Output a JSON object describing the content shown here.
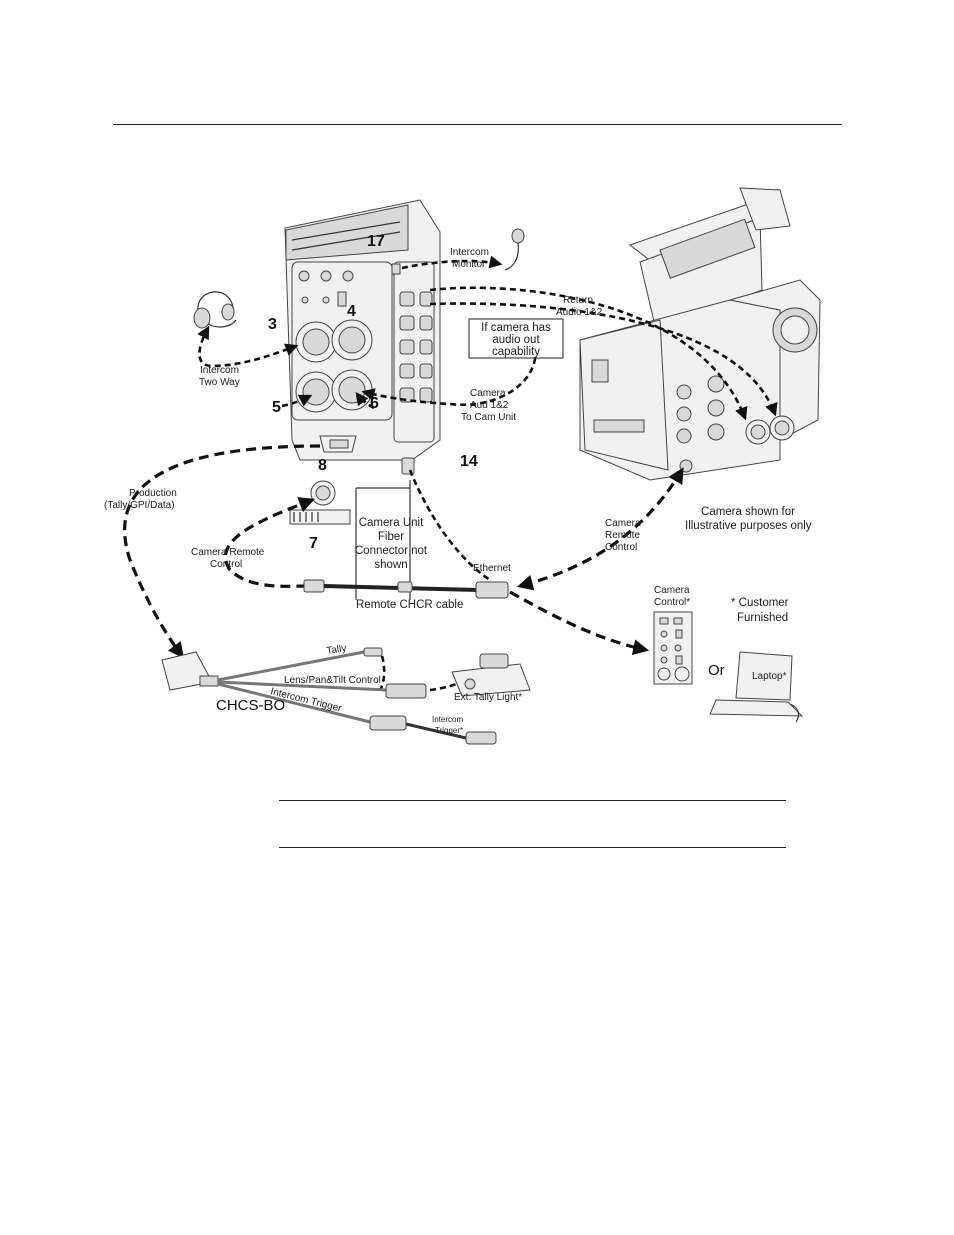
{
  "labels": {
    "n17": "17",
    "n3": "3",
    "n4": "4",
    "n5": "5",
    "n6": "6",
    "n8": "8",
    "n7": "7",
    "n14": "14",
    "intercom_monitor_1": "Intercom",
    "intercom_monitor_2": "Monitor",
    "return_audio_1": "Return",
    "return_audio_2": "Audio 1&2",
    "audio_out_1": "If camera has",
    "audio_out_2": "audio out",
    "audio_out_3": "capability",
    "intercom_two_way_1": "Intercom",
    "intercom_two_way_2": "Two Way",
    "camera_aud_1": "Camera",
    "camera_aud_2": "Aud 1&2",
    "camera_aud_3": "To Cam Unit",
    "production_1": "Production",
    "production_2": "(Tally/GPI/Data)",
    "camera_remote_control_left_1": "Camera Remote",
    "camera_remote_control_left_2": "Control",
    "fiber_1": "Camera Unit",
    "fiber_2": "Fiber",
    "fiber_3": "Connector not",
    "fiber_4": "shown",
    "ethernet": "Ethernet",
    "remote_chcr_cable": "Remote CHCR cable",
    "camera_remote_control_right_1": "Camera",
    "camera_remote_control_right_2": "Remote",
    "camera_remote_control_right_3": "Control",
    "camera_shown_1": "Camera shown for",
    "camera_shown_2": "Illustrative purposes only",
    "camera_control_1": "Camera",
    "camera_control_2": "Control*",
    "customer_furnished_1": "* Customer",
    "customer_furnished_2": "Furnished",
    "or": "Or",
    "laptop": "Laptop*",
    "tally": "Tally",
    "lens_pan_tilt": "Lens/Pan&Tilt Control",
    "ext_tally_light": "Ext. Tally Light*",
    "chcs_bo": "CHCS-BO",
    "intercom_trigger": "Intercom Trigger",
    "intercom_trigger_small_1": "Intercom",
    "intercom_trigger_small_2": "Trigger*"
  }
}
